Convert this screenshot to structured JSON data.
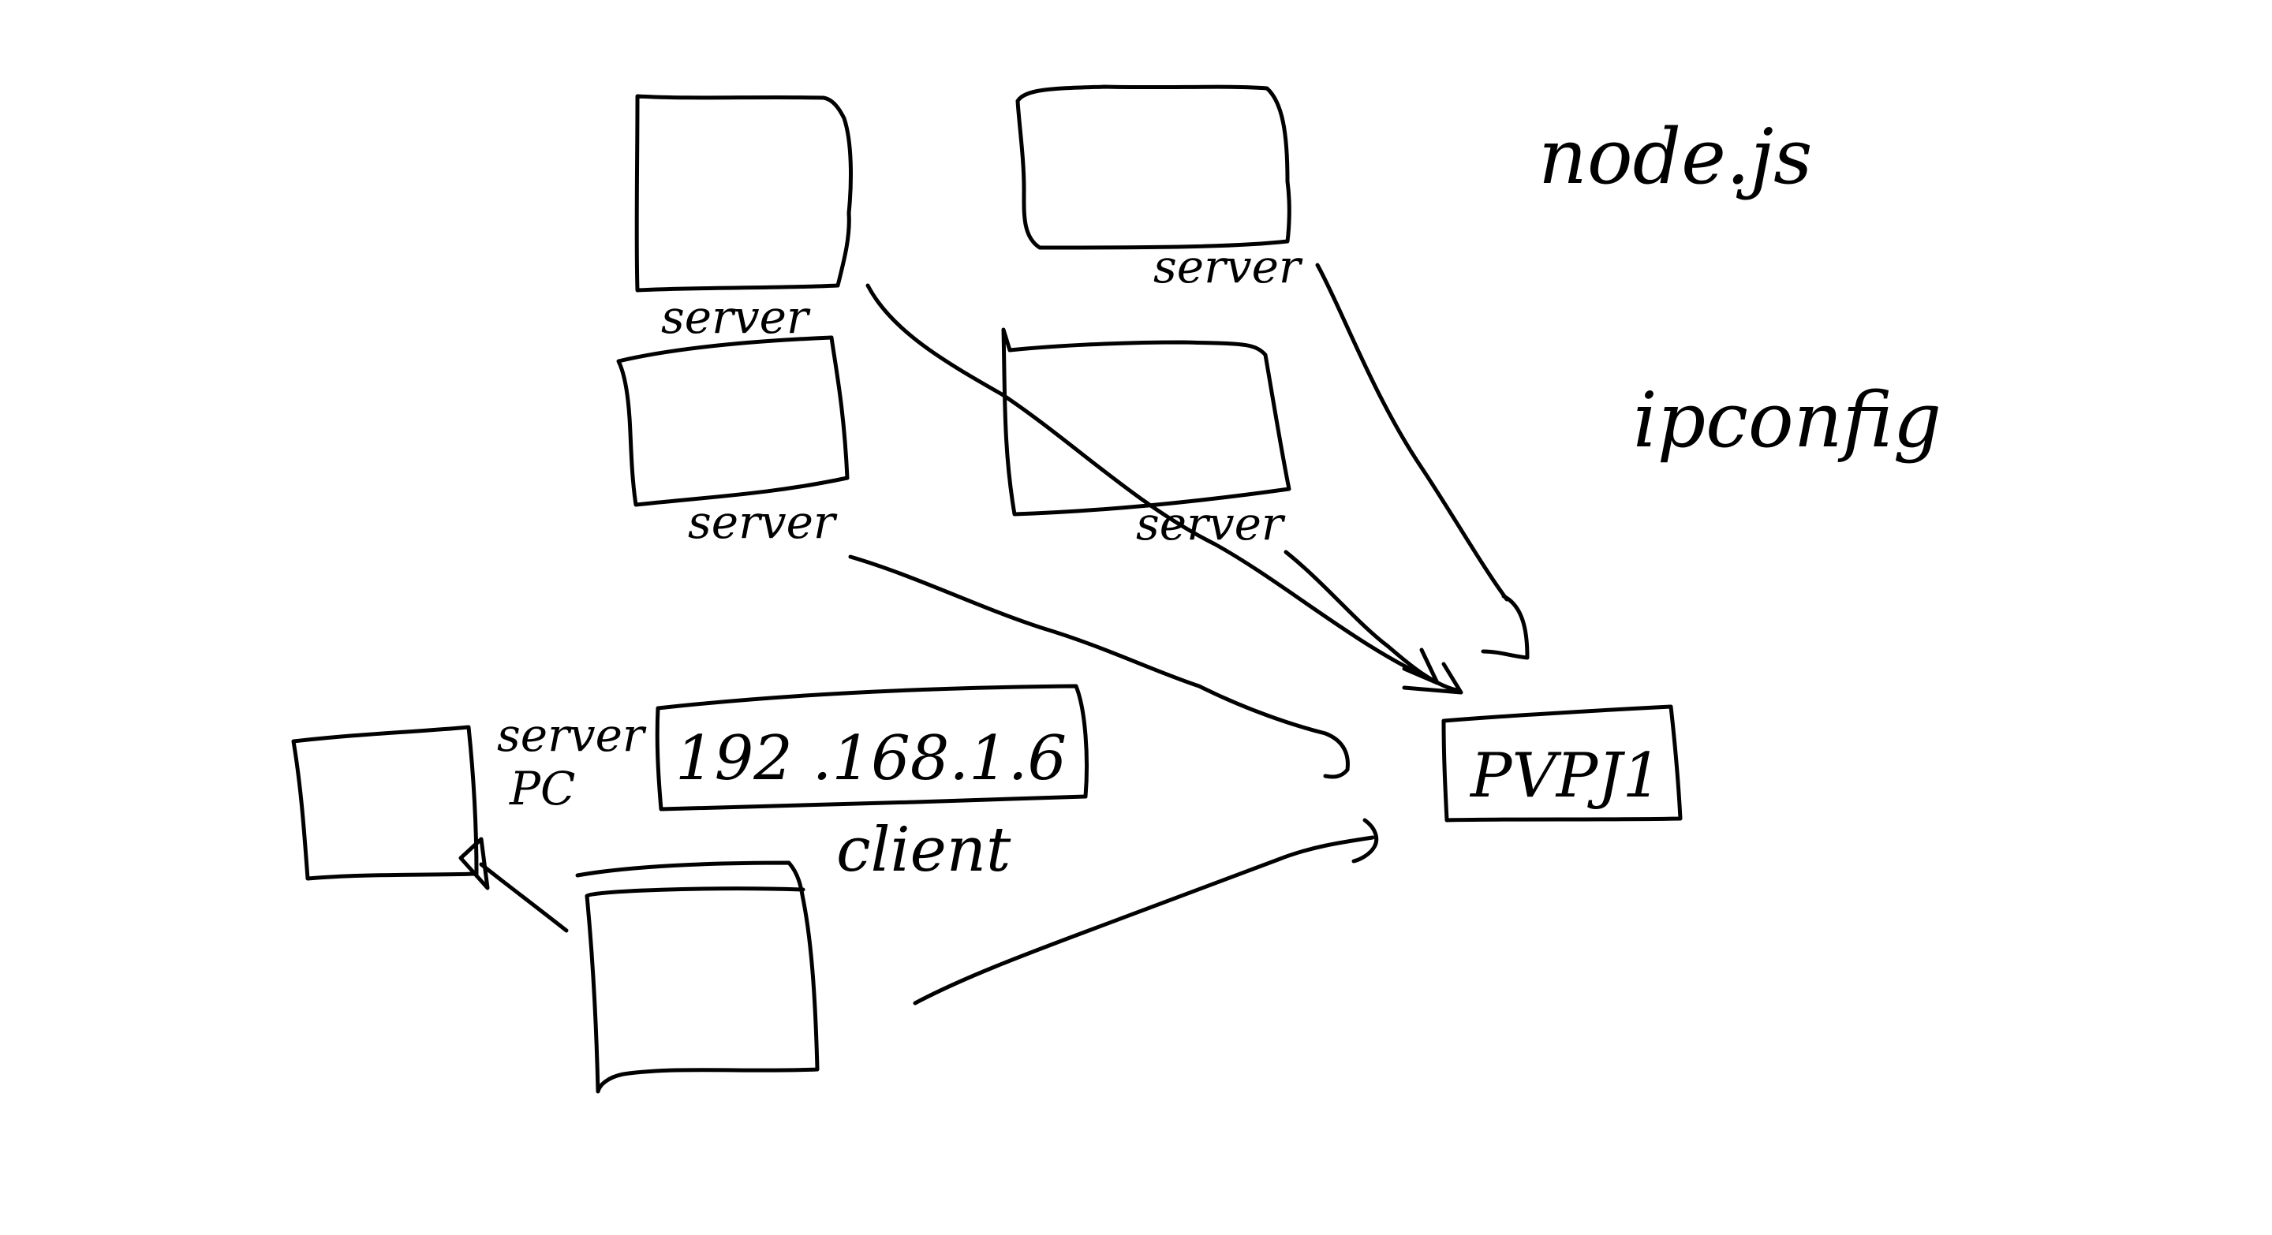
{
  "labels": {
    "server_top_left": "server",
    "server_top_right": "server",
    "server_mid_left": "server",
    "server_mid_right": "server",
    "server_pc_line1": "server",
    "server_pc_line2": "PC",
    "ip_address": "192 .168.1.6",
    "client": "client",
    "router": "PVPJ1"
  },
  "notes": {
    "node": "node.js",
    "ipconfig": "ipconfig"
  },
  "colors": {
    "ink": "#000000",
    "paper": "#ffffff"
  }
}
